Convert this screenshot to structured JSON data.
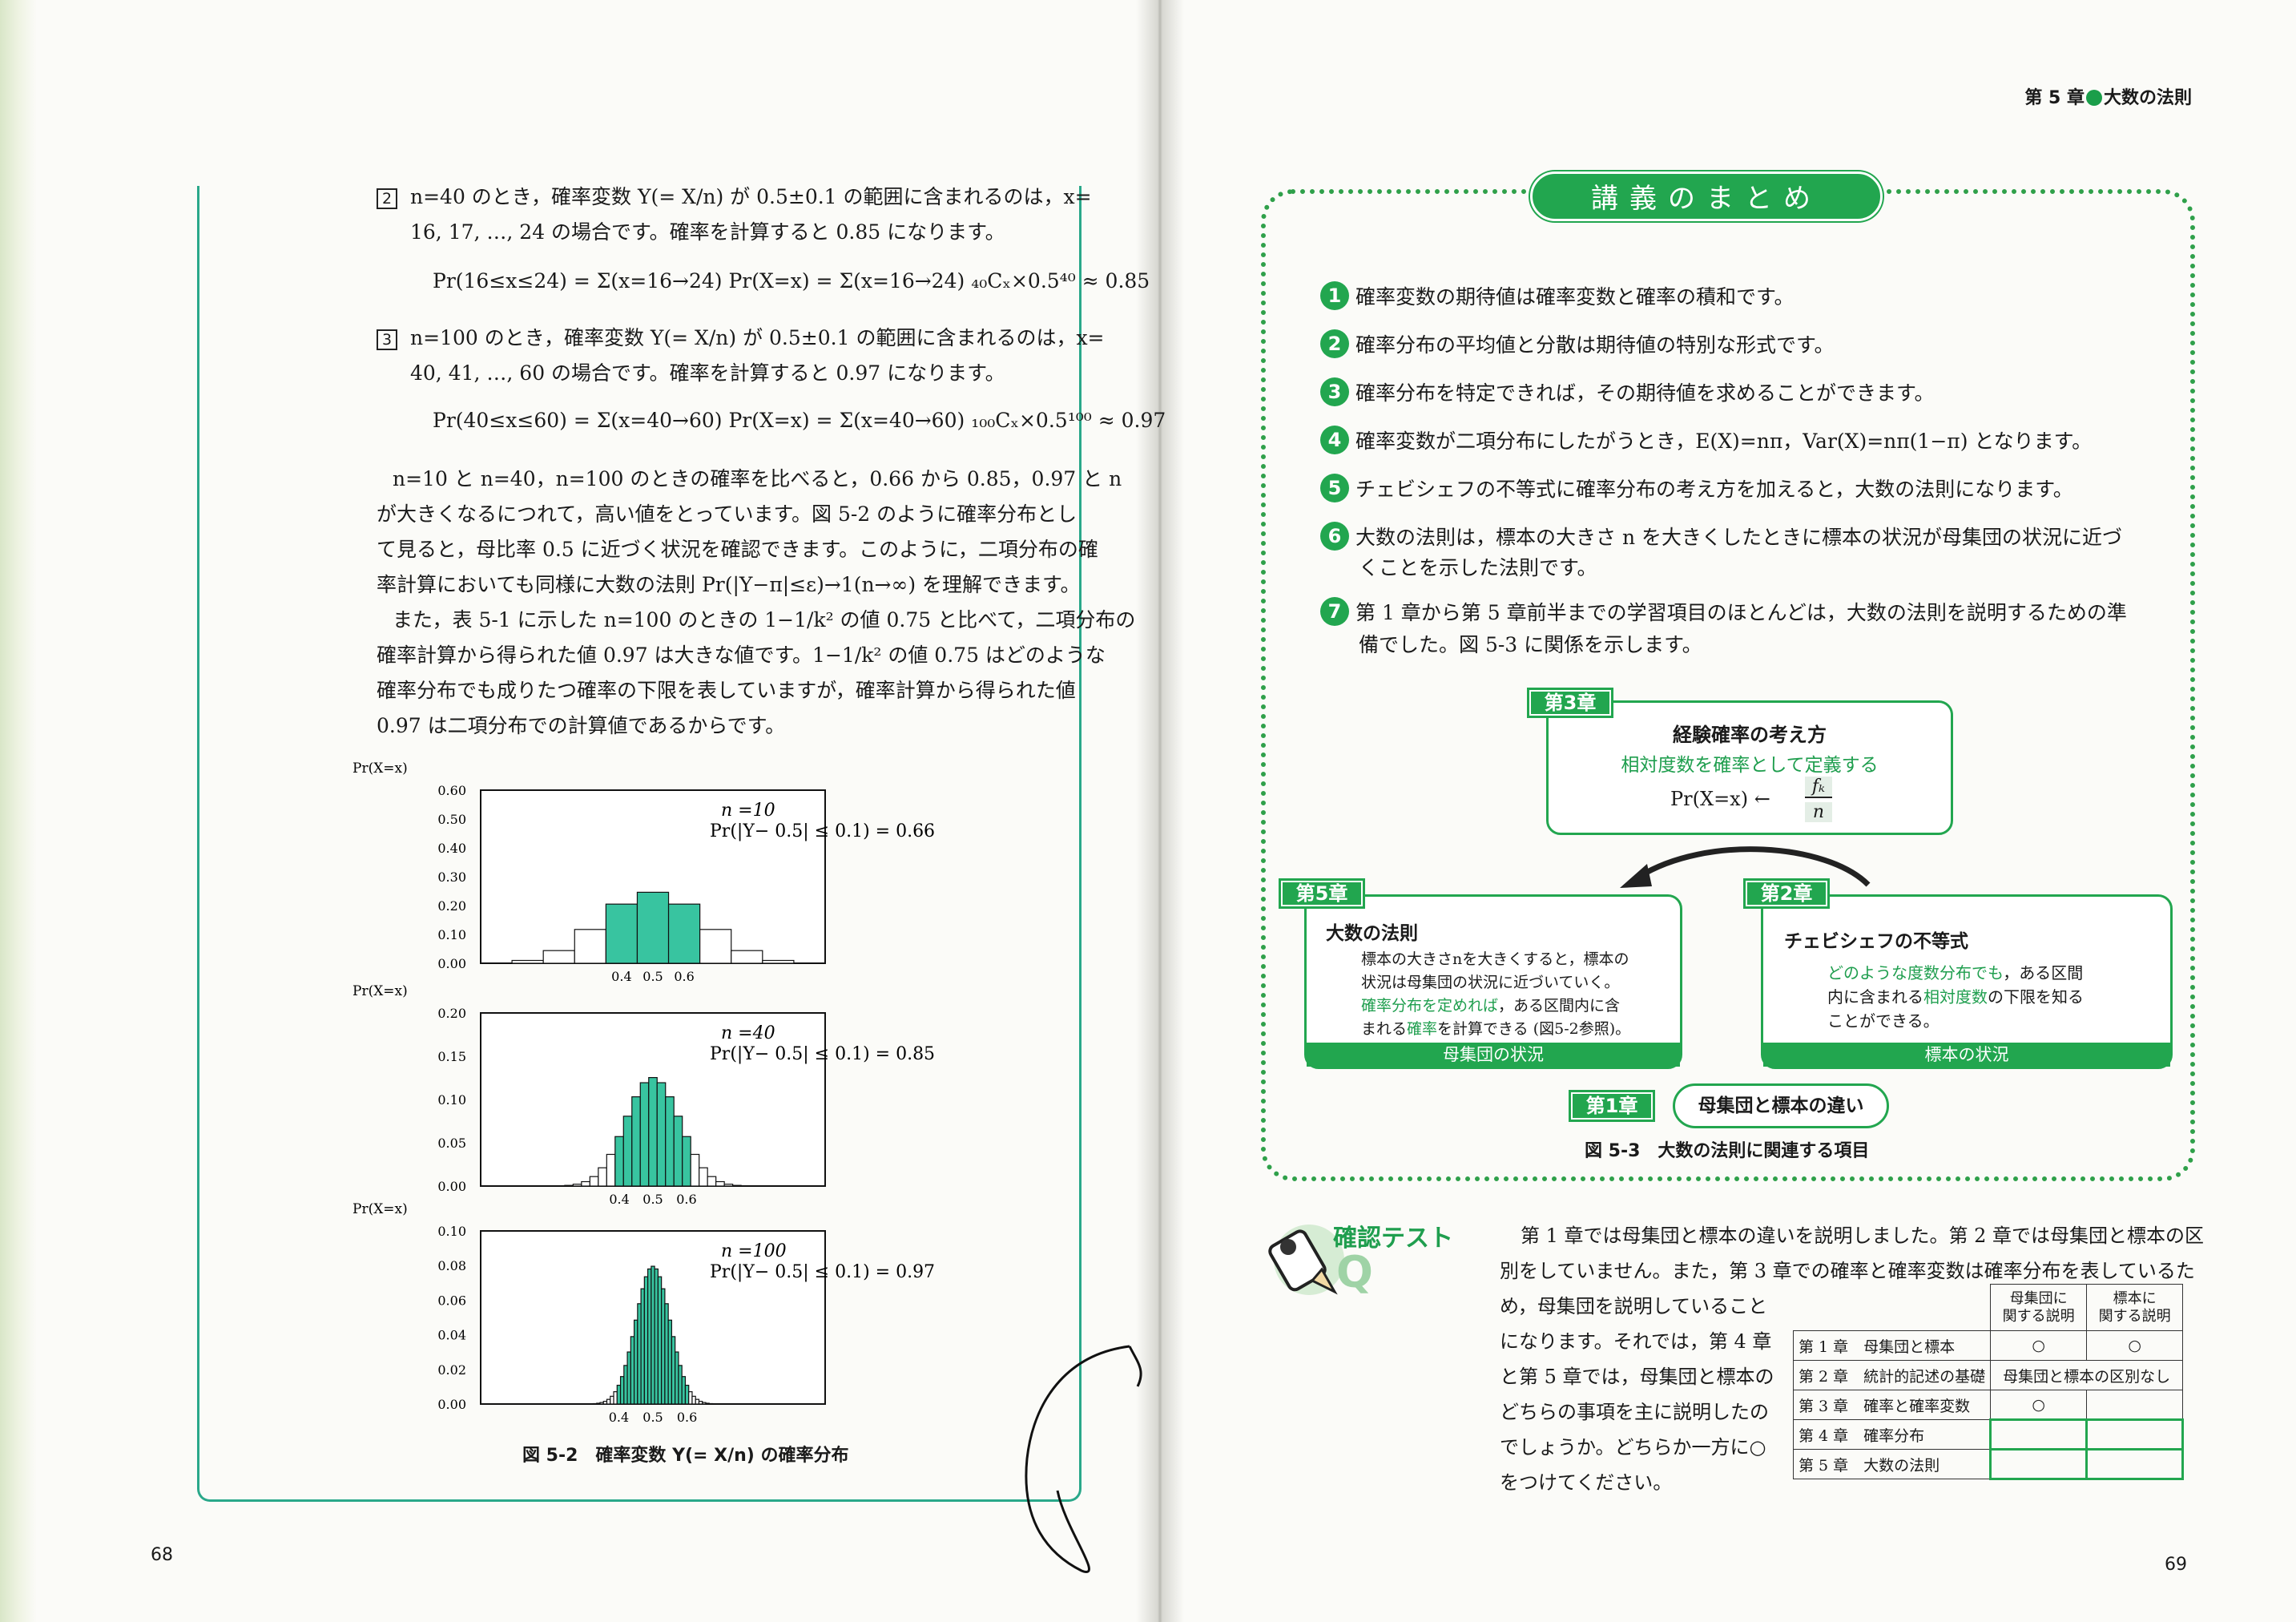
{
  "left": {
    "page_number": "68",
    "item2": {
      "num": "2",
      "line1": "n=40 のとき，確率変数 Y(= X/n) が 0.5±0.1 の範囲に含まれるのは，x=",
      "line2": "16, 17, …, 24 の場合です。確率を計算すると 0.85 になります。",
      "formula": "Pr(16≤x≤24) = Σ(x=16→24) Pr(X=x) = Σ(x=16→24) ₄₀Cₓ×0.5⁴⁰ ≈ 0.85"
    },
    "item3": {
      "num": "3",
      "line1": "n=100 のとき，確率変数 Y(= X/n) が 0.5±0.1 の範囲に含まれるのは，x=",
      "line2": "40, 41, …, 60 の場合です。確率を計算すると 0.97 になります。",
      "formula": "Pr(40≤x≤60) = Σ(x=40→60) Pr(X=x) = Σ(x=40→60) ₁₀₀Cₓ×0.5¹⁰⁰ ≈ 0.97"
    },
    "paragraph1": [
      "n=10 と n=40，n=100 のときの確率を比べると，0.66 から 0.85，0.97 と n",
      "が大きくなるにつれて，高い値をとっています。図 5-2 のように確率分布とし",
      "て見ると，母比率 0.5 に近づく状況を確認できます。このように，二項分布の確",
      "率計算においても同様に大数の法則 Pr(|Y−π|≤ε)→1(n→∞) を理解できます。"
    ],
    "paragraph2": [
      "また，表 5-1 に示した n=100 のときの 1−1/k² の値 0.75 と比べて，二項分布の",
      "確率計算から得られた値 0.97 は大きな値です。1−1/k² の値 0.75 はどのような",
      "確率分布でも成りたつ確率の下限を表していますが，確率計算から得られた値",
      "0.97 は二項分布での計算値であるからです。"
    ],
    "figure_caption": "図 5-2　確率変数 Y(= X/n) の確率分布"
  },
  "chart_data": [
    {
      "type": "bar",
      "ylabel": "Pr(X=x)",
      "n_label": "n =10",
      "pr_label": "Pr(|Y− 0.5| ≤ 0.1) = 0.66",
      "yticks": [
        "0.60",
        "0.50",
        "0.40",
        "0.30",
        "0.20",
        "0.10",
        "0.00"
      ],
      "ylim": [
        0,
        0.6
      ],
      "xticks": [
        "0.4",
        "0.5",
        "0.6"
      ],
      "n": 10,
      "highlight": [
        0.4,
        0.6
      ]
    },
    {
      "type": "bar",
      "ylabel": "Pr(X=x)",
      "n_label": "n =40",
      "pr_label": "Pr(|Y− 0.5| ≤ 0.1) = 0.85",
      "yticks": [
        "0.20",
        "0.15",
        "0.10",
        "0.05",
        "0.00"
      ],
      "ylim": [
        0,
        0.2
      ],
      "xticks": [
        "0.4",
        "0.5",
        "0.6"
      ],
      "n": 40,
      "highlight": [
        0.4,
        0.6
      ]
    },
    {
      "type": "bar",
      "ylabel": "Pr(X=x)",
      "n_label": "n =100",
      "pr_label": "Pr(|Y− 0.5| ≤ 0.1) = 0.97",
      "yticks": [
        "0.10",
        "0.08",
        "0.06",
        "0.04",
        "0.02",
        "0.00"
      ],
      "ylim": [
        0,
        0.1
      ],
      "xticks": [
        "0.4",
        "0.5",
        "0.6"
      ],
      "n": 100,
      "highlight": [
        0.4,
        0.6
      ]
    }
  ],
  "right": {
    "page_number": "69",
    "running_head": {
      "chapter": "第 5 章",
      "title": "大数の法則"
    },
    "summary_title": "講義のまとめ",
    "summary": [
      {
        "n": "1",
        "lines": [
          "確率変数の期待値は確率変数と確率の積和です。"
        ]
      },
      {
        "n": "2",
        "lines": [
          "確率分布の平均値と分散は期待値の特別な形式です。"
        ]
      },
      {
        "n": "3",
        "lines": [
          "確率分布を特定できれば，その期待値を求めることができます。"
        ]
      },
      {
        "n": "4",
        "lines": [
          "確率変数が二項分布にしたがうとき，E(X)=nπ，Var(X)=nπ(1−π) となります。"
        ]
      },
      {
        "n": "5",
        "lines": [
          "チェビシェフの不等式に確率分布の考え方を加えると，大数の法則になります。"
        ]
      },
      {
        "n": "6",
        "lines": [
          "大数の法則は，標本の大きさ n を大きくしたときに標本の状況が母集団の状況に近づ",
          "くことを示した法則です。"
        ]
      },
      {
        "n": "7",
        "lines": [
          "第 1 章から第 5 章前半までの学習項目のほとんどは，大数の法則を説明するための準",
          "備でした。図 5-3 に関係を示します。"
        ]
      }
    ],
    "diagram": {
      "ch3": {
        "tag": "第3章",
        "title": "経験確率の考え方",
        "subtitle": "相対度数を確率として定義する",
        "formula_left": "Pr(X=x) ←",
        "frac_num": "fₖ",
        "frac_den": "n"
      },
      "ch5": {
        "tag": "第5章",
        "title": "大数の法則",
        "l1": "標本の大きさnを大きくすると，標本の",
        "l2": "状況は母集団の状況に近づいていく。",
        "l3a": "確率分布を定めれば",
        "l3b": "，ある区間内に含",
        "l4a": "まれる",
        "l4b": "確率",
        "l4c": "を計算できる (図5-2参照)。",
        "bar": "母集団の状況"
      },
      "ch2": {
        "tag": "第2章",
        "title": "チェビシェフの不等式",
        "l1a": "どのような度数分布でも",
        "l1b": "，ある区間",
        "l2a": "内に含まれる",
        "l2b": "相対度数",
        "l2c": "の下限を知る",
        "l3": "ことができる。",
        "bar": "標本の状況"
      },
      "ch1": {
        "tag": "第1章",
        "label": "母集団と標本の違い"
      },
      "caption": "図 5-3　大数の法則に関連する項目"
    },
    "quiz": {
      "title": "確認テスト",
      "text": [
        "第 1 章では母集団と標本の違いを説明しました。第 2 章では母集団と標本の区",
        "別をしていません。また，第 3 章での確率と確率変数は確率分布を表しているた",
        "め，母集団を説明していること",
        "になります。それでは，第 4 章",
        "と第 5 章では，母集団と標本の",
        "どちらの事項を主に説明したの",
        "でしょうか。どちらか一方に○",
        "をつけてください。"
      ],
      "table": {
        "headers": [
          "母集団に\n関する説明",
          "標本に\n関する説明"
        ],
        "rows": [
          {
            "label": "第 1 章　母集団と標本",
            "pop": "○",
            "sample": "○"
          },
          {
            "label": "第 2 章　統計的記述の基礎",
            "merged": "母集団と標本の区別なし"
          },
          {
            "label": "第 3 章　確率と確率変数",
            "pop": "○",
            "sample": ""
          },
          {
            "label": "第 4 章　確率分布",
            "pop": "",
            "sample": ""
          },
          {
            "label": "第 5 章　大数の法則",
            "pop": "",
            "sample": ""
          }
        ]
      }
    }
  }
}
